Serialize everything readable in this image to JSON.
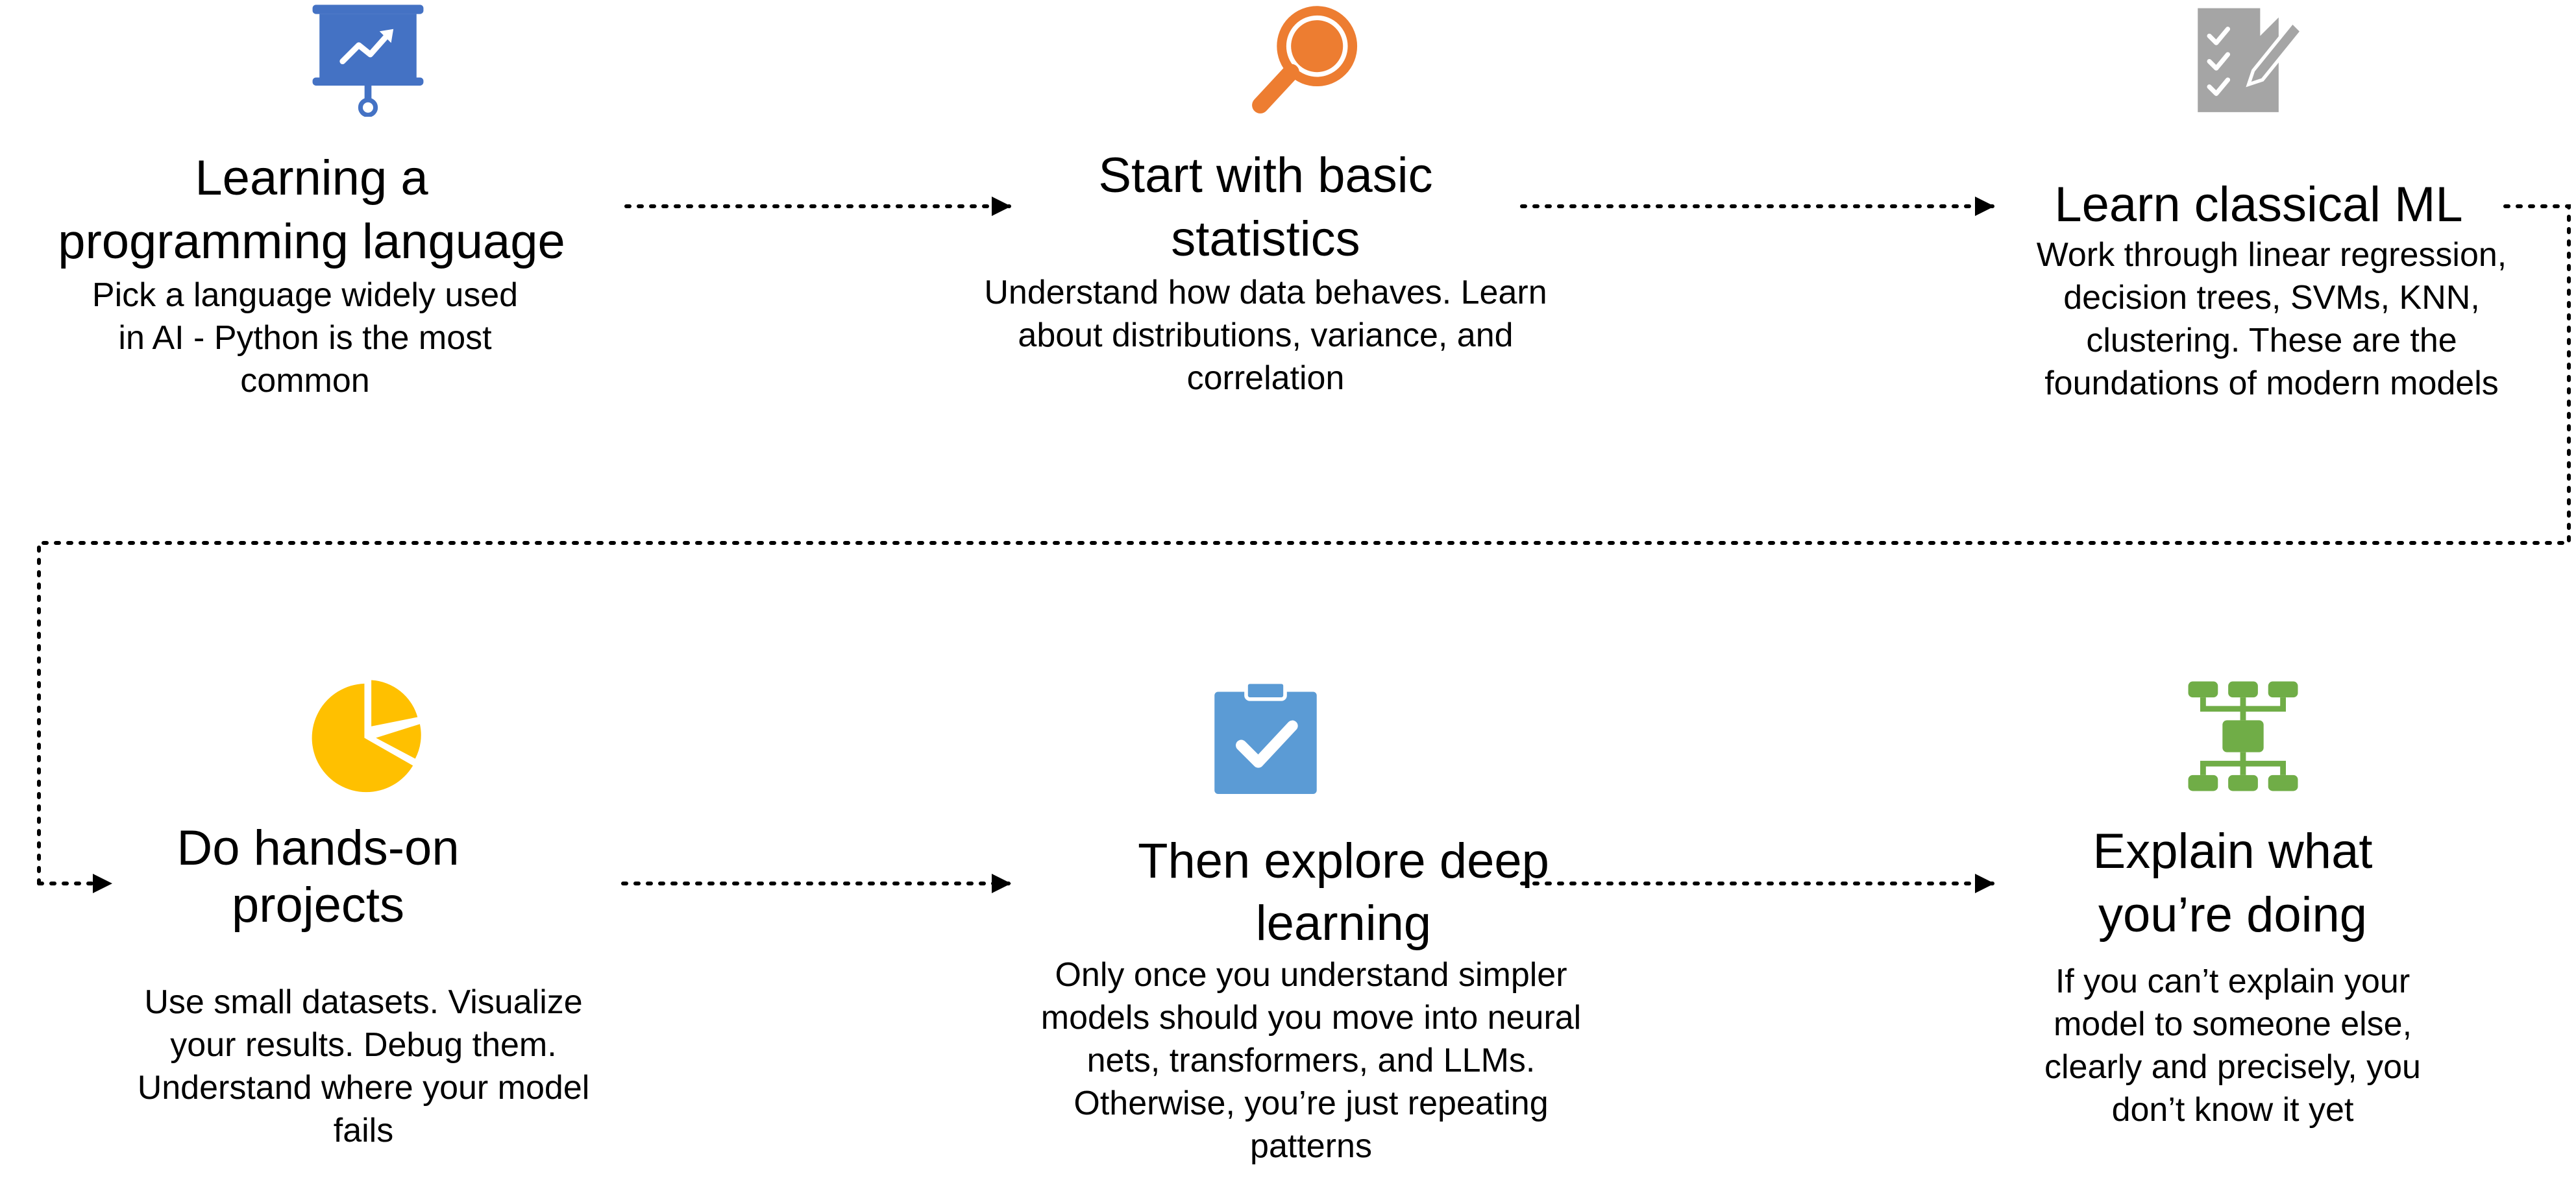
{
  "steps": [
    {
      "title": "Learning a\nprogramming language",
      "description": "Pick a language widely used\nin AI -  Python is the most\ncommon",
      "icon": "presentation-chart-icon",
      "icon_color": "#4472C4"
    },
    {
      "title": "Start with basic\nstatistics",
      "description": "Understand how data behaves. Learn\nabout distributions, variance, and\ncorrelation",
      "icon": "magnifier-icon",
      "icon_color": "#ED7D31"
    },
    {
      "title": "Learn classical ML",
      "description": "Work through linear regression,\ndecision trees, SVMs, KNN,\nclustering. These are the\nfoundations of modern models",
      "icon": "checklist-pencil-icon",
      "icon_color": "#A5A5A5"
    },
    {
      "title": "Do hands-on\nprojects",
      "description": "Use small datasets. Visualize\nyour results. Debug them.\nUnderstand where your model\nfails",
      "icon": "pie-chart-icon",
      "icon_color": "#FFC000"
    },
    {
      "title": "Then explore deep\nlearning",
      "description": "Only once you understand simpler\nmodels should you move into neural\nnets, transformers, and LLMs.\nOtherwise, you’re just repeating\npatterns",
      "icon": "clipboard-check-icon",
      "icon_color": "#5B9BD5"
    },
    {
      "title": "Explain what\nyou’re doing",
      "description": "If you can’t explain your\nmodel to someone else,\nclearly and precisely, you\ndon’t know it yet",
      "icon": "hierarchy-icon",
      "icon_color": "#70AD47"
    }
  ],
  "connector_color": "#000000"
}
